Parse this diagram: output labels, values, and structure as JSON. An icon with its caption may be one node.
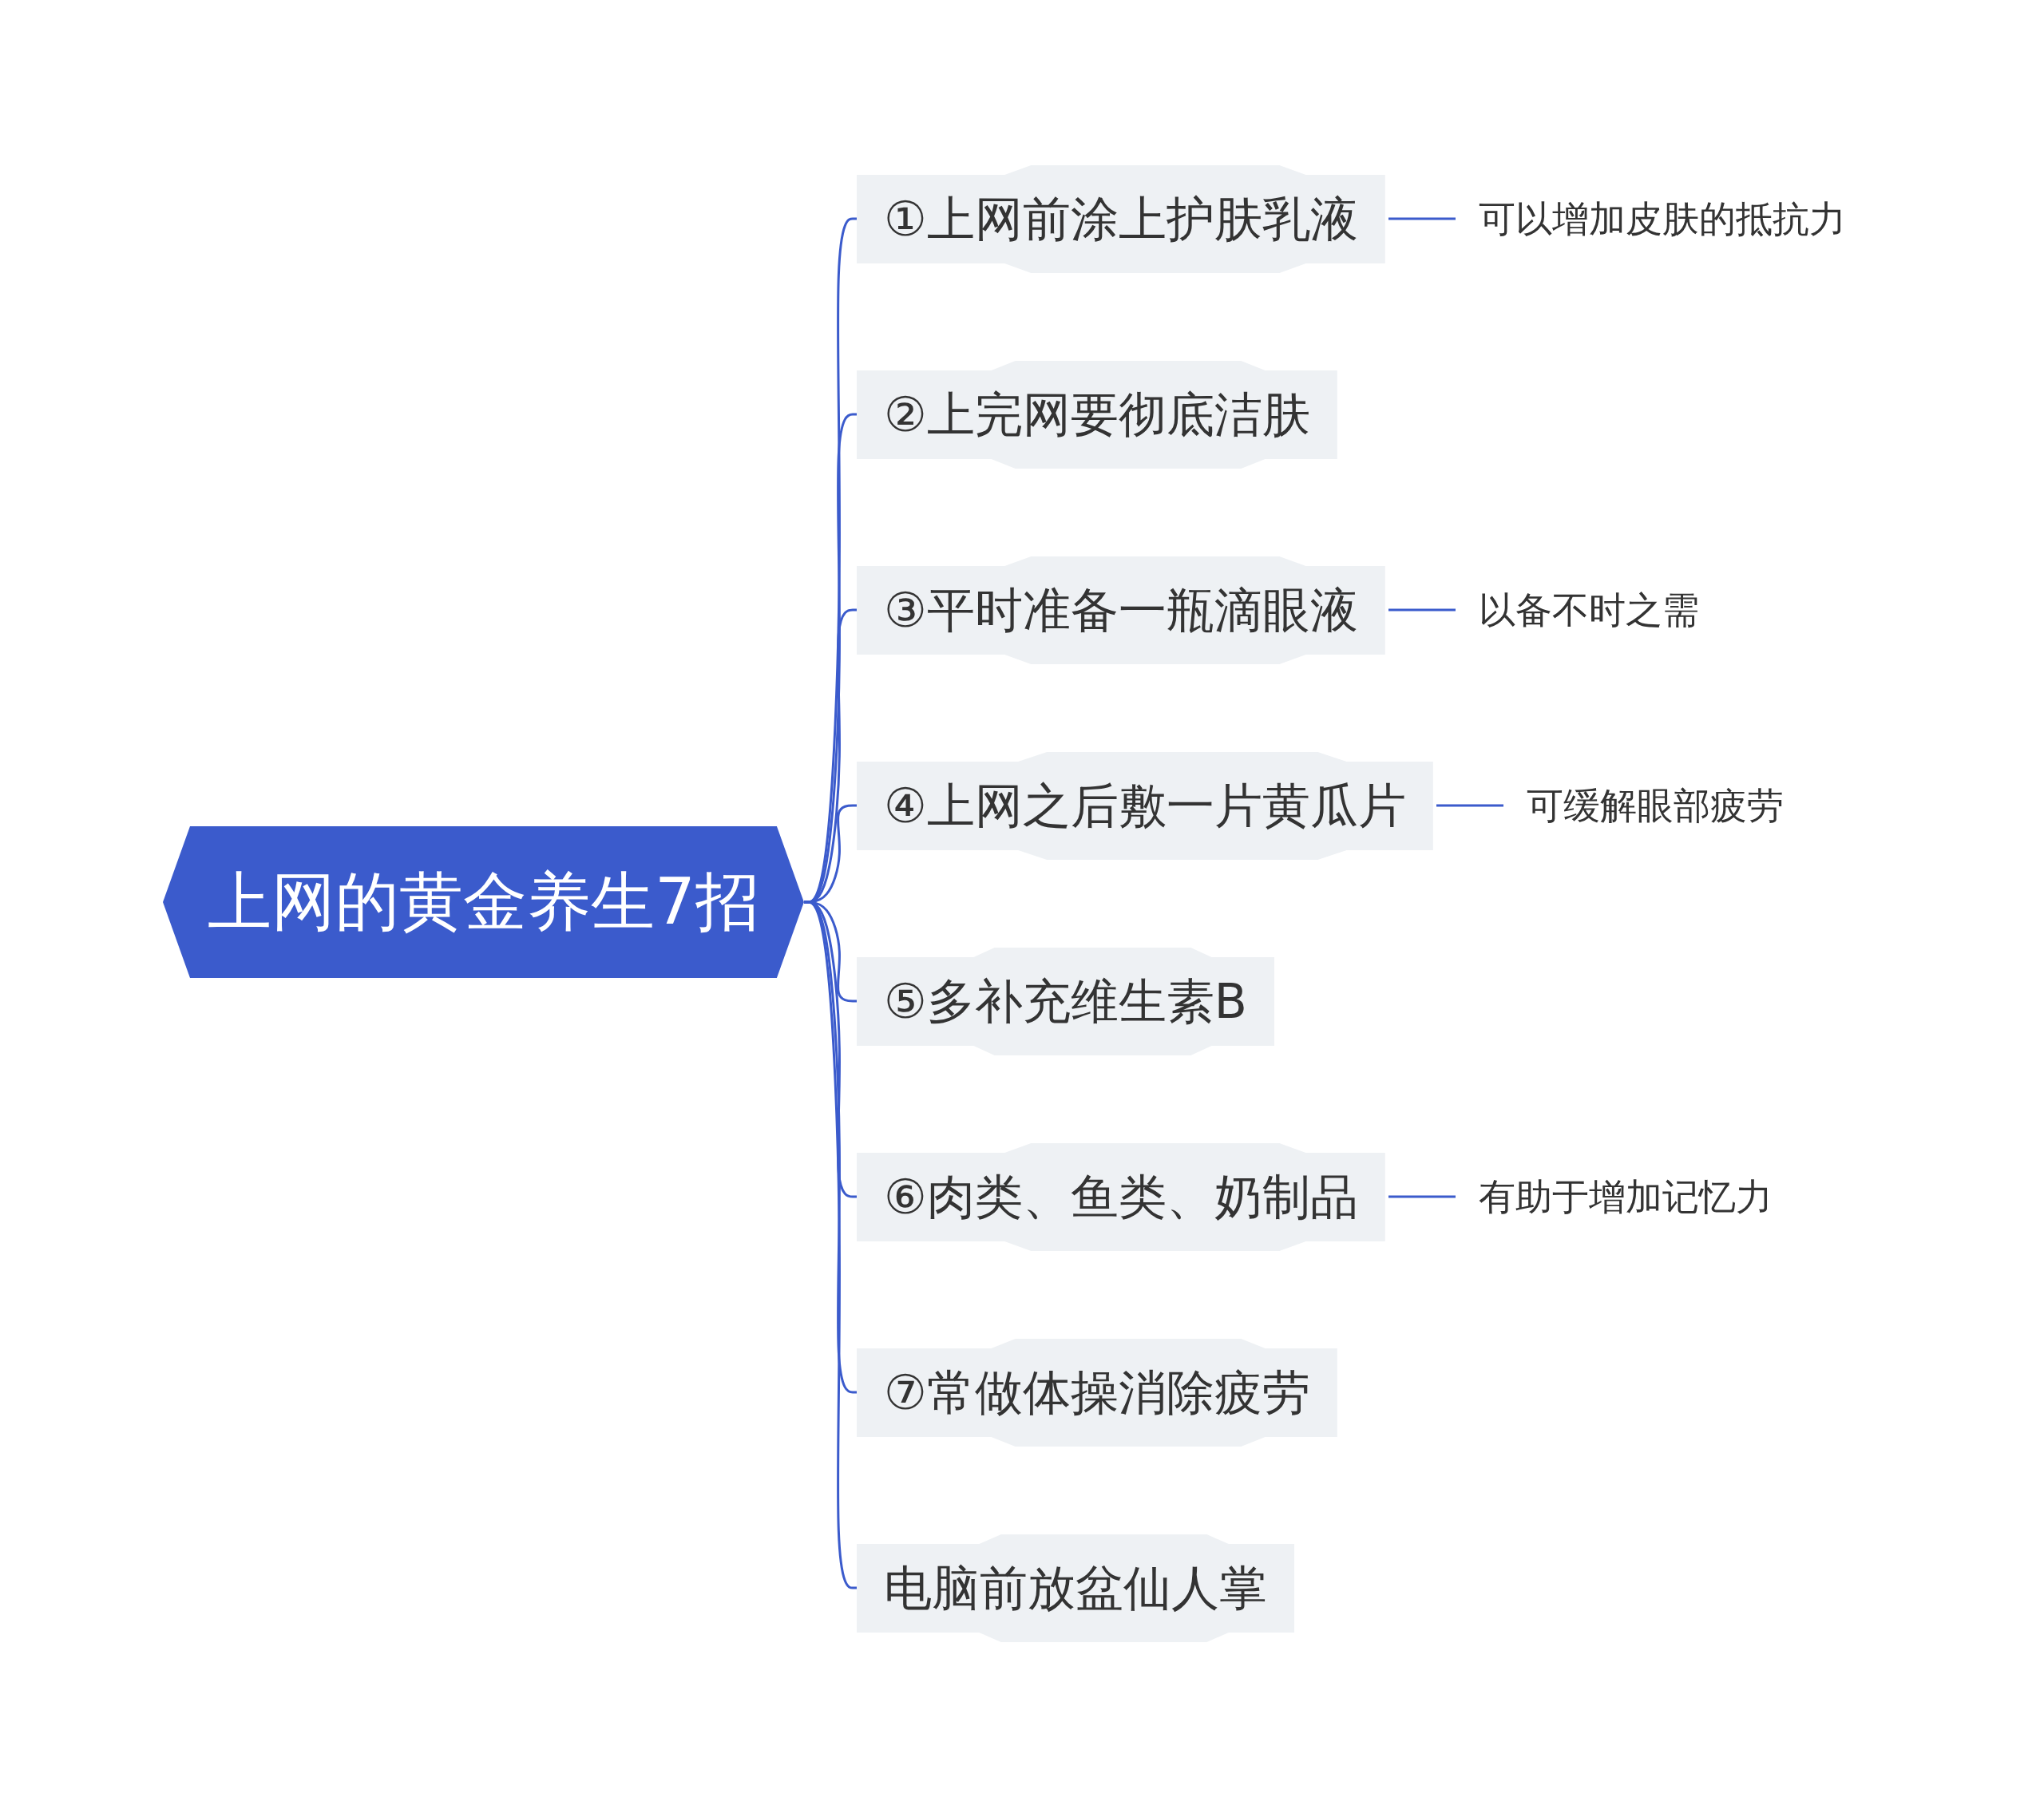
{
  "diagram": {
    "nodes": [
      {
        "text": [
          "上网的黄金养生7招"
        ]
      },
      {
        "text": [
          "①上网前涂上护肤乳液"
        ]
      },
      {
        "text": [
          "可以增加皮肤的抵抗力"
        ]
      },
      {
        "text": [
          "②上完网要彻底洁肤"
        ]
      },
      {
        "text": [
          "③平时准备一瓶滴眼液"
        ]
      },
      {
        "text": [
          "以备不时之需"
        ]
      },
      {
        "text": [
          "④上网之后敷一片黄瓜片"
        ]
      },
      {
        "text": [
          "可缓解眼部疲劳"
        ]
      },
      {
        "text": [
          "⑤多补充维生素B"
        ]
      },
      {
        "text": [
          "⑥肉类、鱼类、奶制品"
        ]
      },
      {
        "text": [
          "有助于增加记忆力"
        ]
      },
      {
        "text": [
          "⑦常做体操消除疲劳"
        ]
      },
      {
        "text": [
          "电脑前放盆仙人掌"
        ]
      }
    ],
    "edges": [
      {
        "from": 0,
        "to": 1,
        "arrow": "none"
      },
      {
        "from": 0,
        "to": 3,
        "arrow": "none"
      },
      {
        "from": 0,
        "to": 4,
        "arrow": "none"
      },
      {
        "from": 0,
        "to": 6,
        "arrow": "none"
      },
      {
        "from": 0,
        "to": 8,
        "arrow": "none"
      },
      {
        "from": 0,
        "to": 9,
        "arrow": "none"
      },
      {
        "from": 0,
        "to": 11,
        "arrow": "none"
      },
      {
        "from": 0,
        "to": 12,
        "arrow": "none"
      },
      {
        "from": 1,
        "to": 2,
        "arrow": "none"
      },
      {
        "from": 4,
        "to": 5,
        "arrow": "none"
      },
      {
        "from": 6,
        "to": 7,
        "arrow": "none"
      },
      {
        "from": 9,
        "to": 10,
        "arrow": "none"
      }
    ]
  }
}
